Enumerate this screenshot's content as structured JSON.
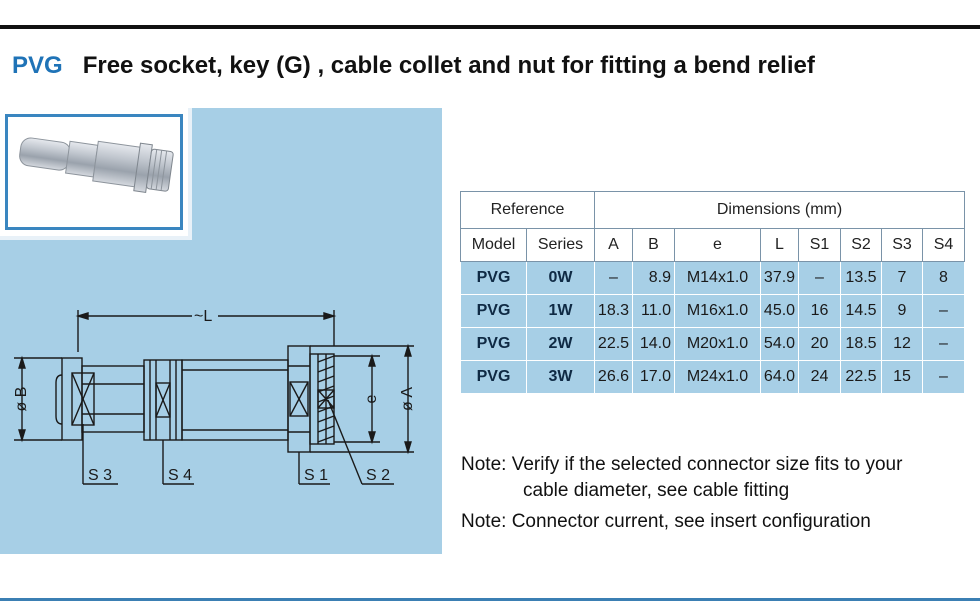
{
  "header": {
    "code": "PVG",
    "title": "Free socket, key (G) , cable collet and nut for fitting a bend relief"
  },
  "drawing": {
    "labels": {
      "length": "~L",
      "dia_b": "ø B",
      "dia_a": "ø A",
      "e": "e",
      "s3": "S 3",
      "s4": "S 4",
      "s1": "S 1",
      "s2": "S 2"
    }
  },
  "table": {
    "group_headers": {
      "reference": "Reference",
      "dimensions": "Dimensions (mm)"
    },
    "columns": [
      "Model",
      "Series",
      "A",
      "B",
      "e",
      "L",
      "S1",
      "S2",
      "S3",
      "S4"
    ],
    "rows": [
      [
        "PVG",
        "0W",
        "–",
        "8.9",
        "M14x1.0",
        "37.9",
        "–",
        "13.5",
        "7",
        "8"
      ],
      [
        "PVG",
        "1W",
        "18.3",
        "11.0",
        "M16x1.0",
        "45.0",
        "16",
        "14.5",
        "9",
        "–"
      ],
      [
        "PVG",
        "2W",
        "22.5",
        "14.0",
        "M20x1.0",
        "54.0",
        "20",
        "18.5",
        "12",
        "–"
      ],
      [
        "PVG",
        "3W",
        "26.6",
        "17.0",
        "M24x1.0",
        "64.0",
        "24",
        "22.5",
        "15",
        "–"
      ]
    ]
  },
  "notes": {
    "note1_line1": "Note: Verify if the selected connector size fits to your",
    "note1_line2": "cable diameter, see cable fitting",
    "note2": "Note: Connector current, see insert configuration"
  }
}
